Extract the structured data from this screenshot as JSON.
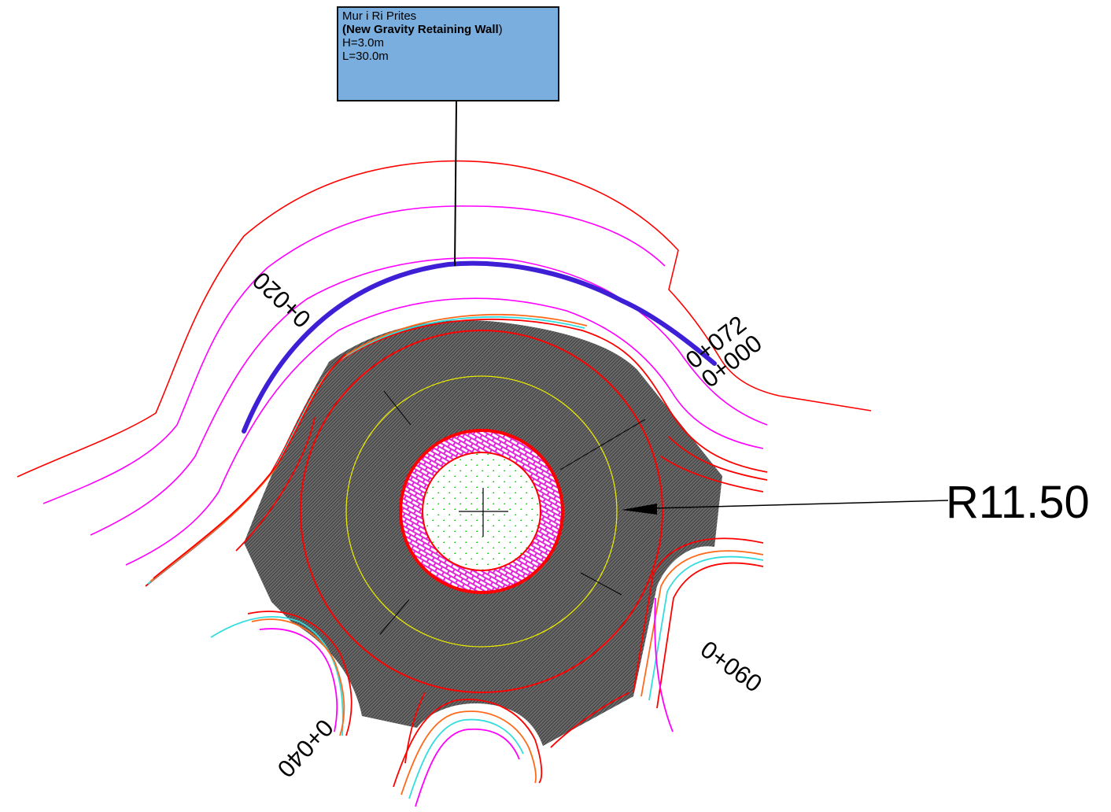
{
  "wall_label": {
    "line1": "Mur i Ri Prites",
    "line2_open": "(",
    "line2_bold": "New Gravity Retaining Wall",
    "line2_close": ")",
    "line3": "H=3.0m",
    "line4": "L=30.0m"
  },
  "stations": {
    "s020": "0+020",
    "s072": "0+072",
    "s000": "0+000",
    "s040": "0+040",
    "s060": "0+060"
  },
  "radius_label": "R11.50",
  "colors": {
    "boundary": "#ff0000",
    "offset_lines": "#ff00ff",
    "retaining_wall": "#3f1fd6",
    "pavement": "#5a5a5a",
    "island_ring": "#e040e0",
    "island_center": "#00cc00",
    "yellow_circle": "#e8e800",
    "curb_cyan": "#33dddd",
    "curb_orange": "#ff6a1a",
    "label_fill": "#7aaede"
  },
  "icons": {
    "center_mark": "crosshair-icon",
    "leader_arrow": "arrowhead-icon"
  }
}
